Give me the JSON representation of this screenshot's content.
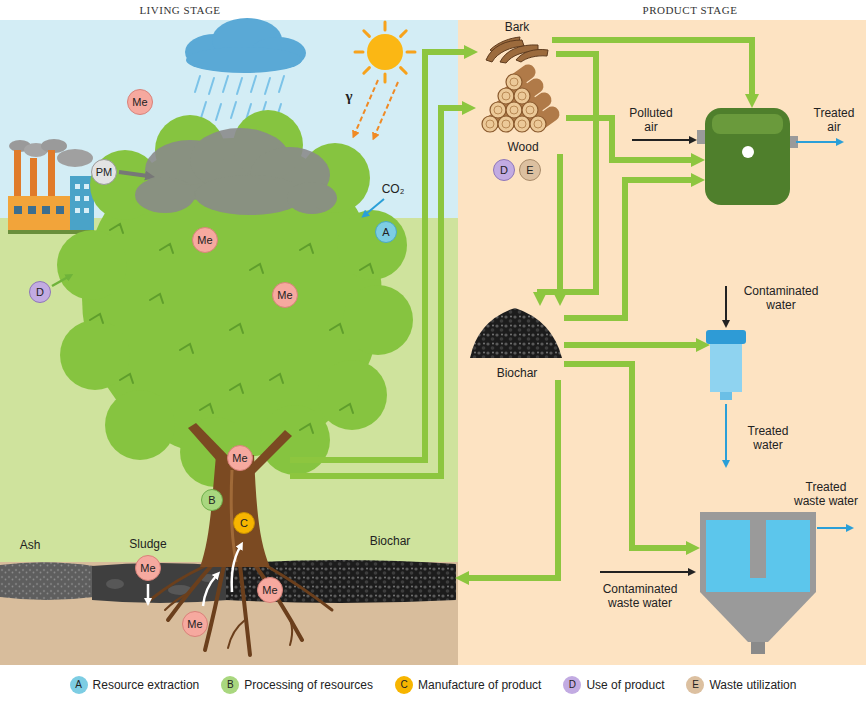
{
  "diagram": {
    "nodes": [
      {
        "text": [
          "Me"
        ]
      },
      {
        "text": [
          "PM"
        ]
      },
      {
        "text": [
          "A"
        ]
      },
      {
        "text": [
          "Me"
        ]
      },
      {
        "text": [
          "D"
        ]
      },
      {
        "text": [
          "Me"
        ]
      },
      {
        "text": [
          "Me"
        ]
      },
      {
        "text": [
          "B"
        ]
      },
      {
        "text": [
          "C"
        ]
      },
      {
        "text": [
          "Me"
        ]
      },
      {
        "text": [
          "Me"
        ]
      },
      {
        "text": [
          "Me"
        ]
      },
      {
        "text": [
          "Bark"
        ]
      },
      {
        "text": [
          "Wood"
        ]
      },
      {
        "text": [
          "D"
        ]
      },
      {
        "text": [
          "E"
        ]
      },
      {
        "text": [
          "Biochar"
        ]
      },
      {
        "text": [
          "Biochar"
        ]
      }
    ],
    "edges": [
      {
        "from": 12,
        "to": 16,
        "arrow": "to"
      },
      {
        "from": 13,
        "to": 16,
        "arrow": "to"
      },
      {
        "from": 16,
        "to": 17,
        "arrow": "to"
      }
    ],
    "labels": [
      "LIVING STAGE",
      "PRODUCT STAGE",
      "γ",
      "CO₂",
      "Ash",
      "Sludge",
      "Polluted air",
      "Treated air",
      "Contaminated water",
      "Treated water",
      "Treated waste water",
      "Contaminated waste water",
      "A",
      "B",
      "C",
      "D",
      "E"
    ],
    "legend": [
      {
        "text": "Resource extraction",
        "color": "#7dcde3"
      },
      {
        "text": "Processing of resources",
        "color": "#a9d77f"
      },
      {
        "text": "Manufacture of product",
        "color": "#f7b500"
      },
      {
        "text": "Use of product",
        "color": "#c2abe2"
      },
      {
        "text": "Waste utilization",
        "color": "#dcc0a0"
      }
    ]
  }
}
